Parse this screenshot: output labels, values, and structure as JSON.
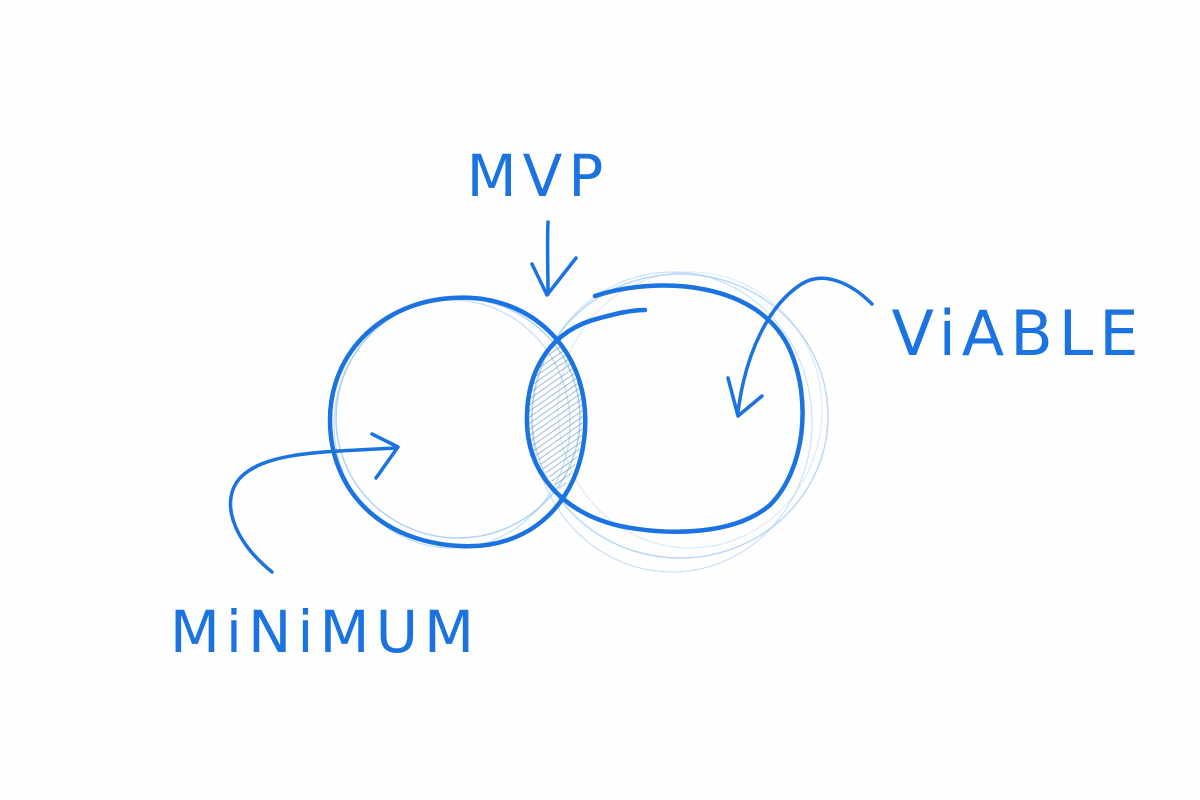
{
  "diagram": {
    "type": "venn",
    "style": "hand-drawn blue pencil sketch",
    "colors": {
      "ink": "#1a73e0",
      "ink_faint": "#8ec0f2",
      "hatch": "#6e95c0",
      "background": "#fefefe"
    },
    "labels": {
      "intersection": "MVP",
      "right_circle": "ViABLE",
      "left_circle": "MiNiMUM"
    },
    "arrows": [
      {
        "from": "intersection",
        "to": "circle-overlap"
      },
      {
        "from": "right_circle",
        "to": "right-circle"
      },
      {
        "from": "left_circle",
        "to": "left-circle"
      }
    ]
  }
}
